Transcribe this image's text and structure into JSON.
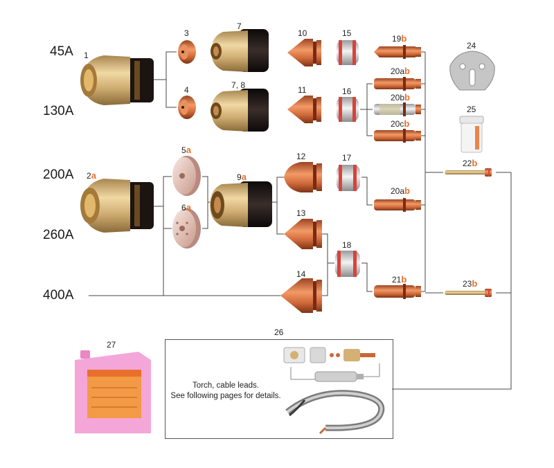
{
  "amperages": [
    "45A",
    "130A",
    "200A",
    "260A",
    "400A"
  ],
  "parts": [
    {
      "key": "p1",
      "label": "1",
      "suffix": ""
    },
    {
      "key": "p2",
      "label": "2",
      "suffix": "a"
    },
    {
      "key": "p3",
      "label": "3",
      "suffix": ""
    },
    {
      "key": "p4",
      "label": "4",
      "suffix": ""
    },
    {
      "key": "p5",
      "label": "5",
      "suffix": "a"
    },
    {
      "key": "p6",
      "label": "6",
      "suffix": "a"
    },
    {
      "key": "p7",
      "label": "7",
      "suffix": ""
    },
    {
      "key": "p78",
      "label": "7, 8",
      "suffix": ""
    },
    {
      "key": "p9",
      "label": "9",
      "suffix": "a"
    },
    {
      "key": "p10",
      "label": "10",
      "suffix": ""
    },
    {
      "key": "p11",
      "label": "11",
      "suffix": ""
    },
    {
      "key": "p12",
      "label": "12",
      "suffix": ""
    },
    {
      "key": "p13",
      "label": "13",
      "suffix": ""
    },
    {
      "key": "p14",
      "label": "14",
      "suffix": ""
    },
    {
      "key": "p15",
      "label": "15",
      "suffix": ""
    },
    {
      "key": "p16",
      "label": "16",
      "suffix": ""
    },
    {
      "key": "p17",
      "label": "17",
      "suffix": ""
    },
    {
      "key": "p18",
      "label": "18",
      "suffix": ""
    },
    {
      "key": "p19",
      "label": "19",
      "suffix": "b"
    },
    {
      "key": "p20a1",
      "label": "20a",
      "suffix": "b"
    },
    {
      "key": "p20b",
      "label": "20b",
      "suffix": "b"
    },
    {
      "key": "p20c",
      "label": "20c",
      "suffix": "b"
    },
    {
      "key": "p20a2",
      "label": "20a",
      "suffix": "b"
    },
    {
      "key": "p21",
      "label": "21",
      "suffix": "b"
    },
    {
      "key": "p22",
      "label": "22",
      "suffix": "b"
    },
    {
      "key": "p23",
      "label": "23",
      "suffix": "b"
    },
    {
      "key": "p24",
      "label": "24",
      "suffix": ""
    },
    {
      "key": "p25",
      "label": "25",
      "suffix": ""
    },
    {
      "key": "p26",
      "label": "26",
      "suffix": ""
    },
    {
      "key": "p27",
      "label": "27",
      "suffix": ""
    }
  ],
  "torch_box": {
    "line1": "Torch, cable leads.",
    "line2": "See following pages for details."
  },
  "colors": {
    "brass": "#d4b074",
    "copper": "#c8683a",
    "black_cap": "#1c1614",
    "suffix": "#e8702a",
    "coolant": "#f2a8d6"
  }
}
